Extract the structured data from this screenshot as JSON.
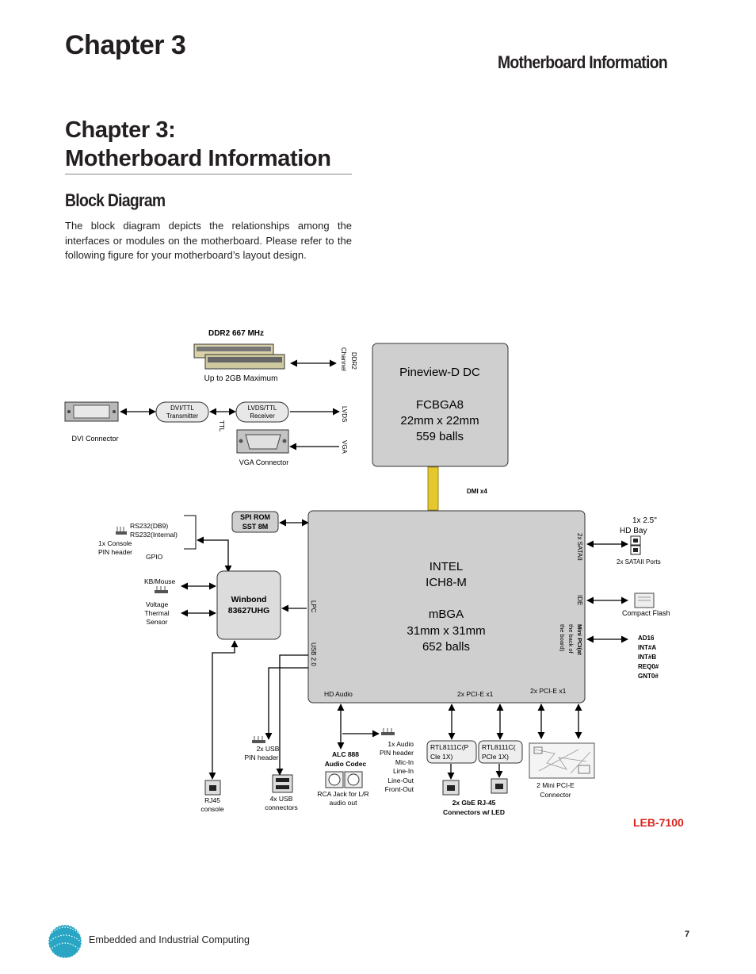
{
  "header": {
    "chapter": "Chapter 3",
    "section": "Motherboard Information"
  },
  "title": {
    "line1": "Chapter 3:",
    "line2": "Motherboard Information"
  },
  "section_heading": "Block Diagram",
  "intro": "The block diagram depicts the relationships among the interfaces or modules on the motherboard. Please refer to the following figure for your motherboard’s layout design.",
  "diagram": {
    "ddr2_title": "DDR2 667 MHz",
    "ddr2_max": "Up to 2GB Maximum",
    "ddr2_channel": [
      "DDR2",
      "Channel"
    ],
    "cpu": {
      "name": "Pineview-D DC",
      "pkg": "FCBGA8",
      "size": "22mm x 22mm",
      "balls": "559 balls"
    },
    "dvi_transmitter": [
      "DVI/TTL",
      "Transmitter"
    ],
    "lvds_receiver": [
      "LVDS/TTL",
      "Receiver"
    ],
    "ttl": "TTL",
    "lvds": "LVDS",
    "vga": "VGA",
    "dvi_connector": "DVI Connector",
    "vga_connector": "VGA Connector",
    "dmi": "DMI x4",
    "spi_rom": [
      "SPI ROM",
      "SST 8M"
    ],
    "rs232_db9": "RS232(DB9)",
    "rs232_internal": "RS232(Internal)",
    "console_header": [
      "1x Console",
      "PIN header"
    ],
    "gpio": "GPIO",
    "kb_mouse": "KB/Mouse",
    "voltage_sensor": [
      "Voltage",
      "Thermal",
      "Sensor"
    ],
    "winbond": [
      "Winbond",
      "83627UHG"
    ],
    "lpc": "LPC",
    "usb20": "USB 2.0",
    "ich": {
      "name1": "INTEL",
      "name2": "ICH8-M",
      "pkg": "mBGA",
      "size": "31mm x 31mm",
      "balls": "652 balls"
    },
    "sata": "2x SATAII",
    "ide": "IDE",
    "minipci": [
      "Mini PCI(at",
      "the back of",
      "the board)"
    ],
    "hd_bay": [
      "1x 2.5\"",
      "HD Bay"
    ],
    "sata_ports": "2x SATAII Ports",
    "compact_flash": "Compact Flash",
    "pci_signals": [
      "AD16",
      "INT#A",
      "INT#B",
      "REQ0#",
      "GNT0#"
    ],
    "hd_audio": "HD Audio",
    "pcie_a": "2x PCI-E x1",
    "pcie_b": "2x PCI-E x1",
    "usb_pin": [
      "2x USB",
      "PIN header"
    ],
    "rj45_console": [
      "RJ45",
      "console"
    ],
    "usb_conn": [
      "4x USB",
      "connectors"
    ],
    "alc": [
      "ALC 888",
      "Audio Codec"
    ],
    "rca": [
      "RCA Jack for L/R",
      "audio out"
    ],
    "audio_pin": [
      "1x Audio",
      "PIN header",
      "Mic-In",
      "Line-In",
      "Line-Out",
      "Front-Out"
    ],
    "rtl1": [
      "RTL8111C(P",
      "Cle 1X)"
    ],
    "rtl2": [
      "RTL8111C(",
      "PCle 1X)"
    ],
    "gbe": [
      "2x GbE RJ-45",
      "Connectors w/ LED"
    ],
    "minipcie": [
      "2 Mini PCI-E",
      "Connector"
    ],
    "model": "LEB-7100"
  },
  "footer": {
    "text": "Embedded and Industrial Computing",
    "page": "7"
  },
  "colors": {
    "chip_fill": "#cfcfcf",
    "dmi_bus": "#e5c82b",
    "model_red": "#d8261e",
    "logo": "#2aa6c4"
  }
}
